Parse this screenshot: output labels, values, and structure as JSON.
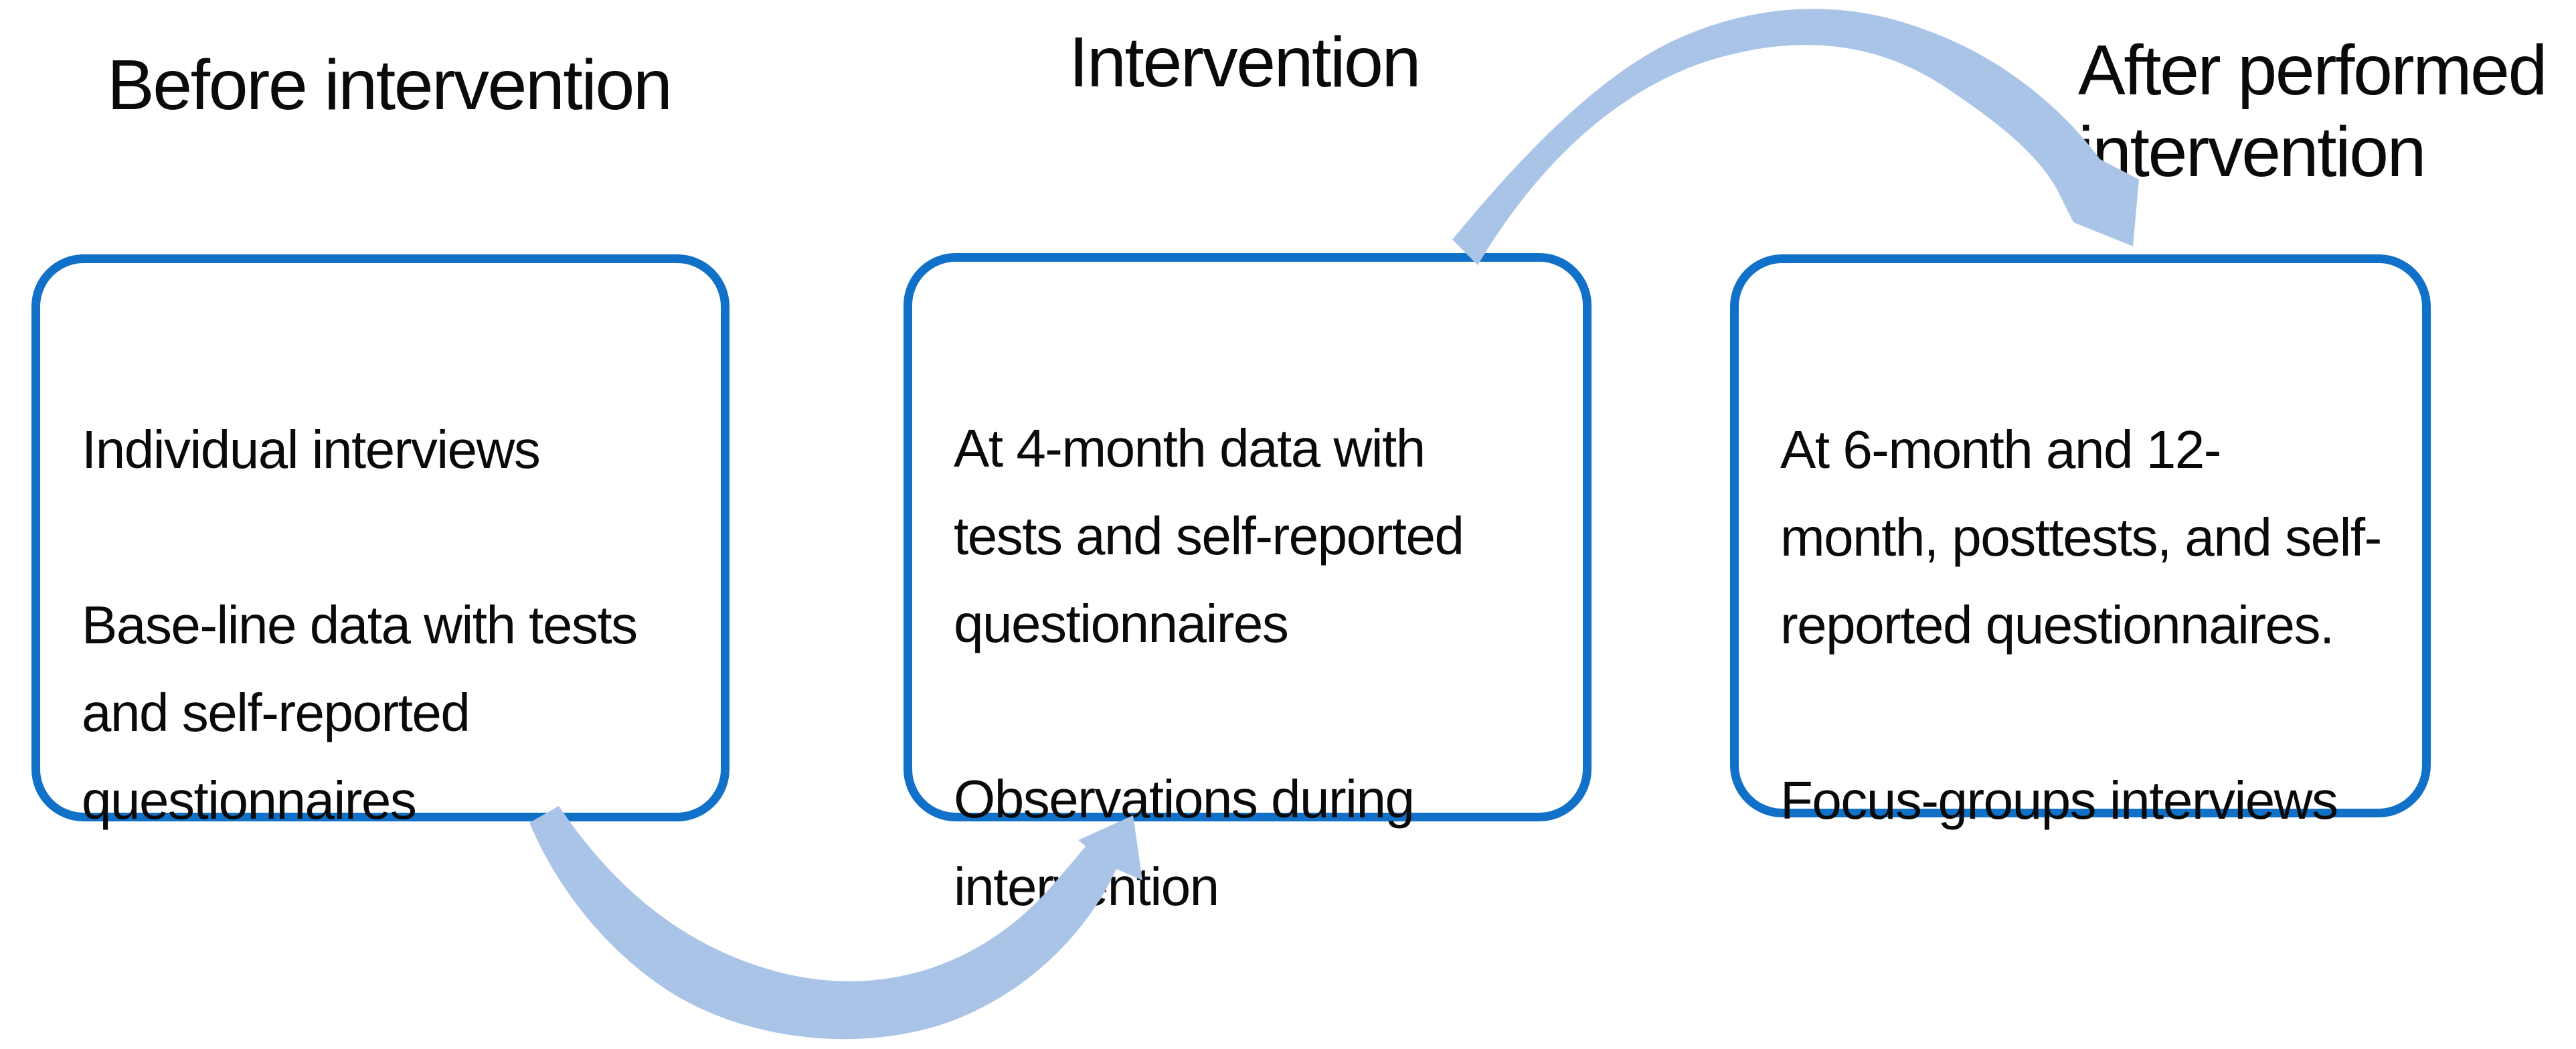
{
  "diagram": {
    "background": "#ffffff",
    "colors": {
      "box_border": "#1171c8",
      "arrow_fill": "#aac4e8",
      "text": "#0a0a0a"
    },
    "stages": [
      {
        "title": "Before intervention",
        "paragraphs": [
          "Individual interviews",
          "Base-line data with tests\nand self-reported\nquestionnaires"
        ]
      },
      {
        "title": "Intervention",
        "paragraphs": [
          "At 4-month data with\ntests and self-reported\nquestionnaires",
          "Observations during\nintervention"
        ]
      },
      {
        "title": "After performed\nintervention",
        "paragraphs": [
          "At 6-month and 12-\nmonth, posttests, and self-\nreported questionnaires.",
          "Focus-groups interviews"
        ]
      }
    ],
    "arrows": [
      {
        "name": "before-to-intervention"
      },
      {
        "name": "intervention-to-after"
      }
    ]
  }
}
